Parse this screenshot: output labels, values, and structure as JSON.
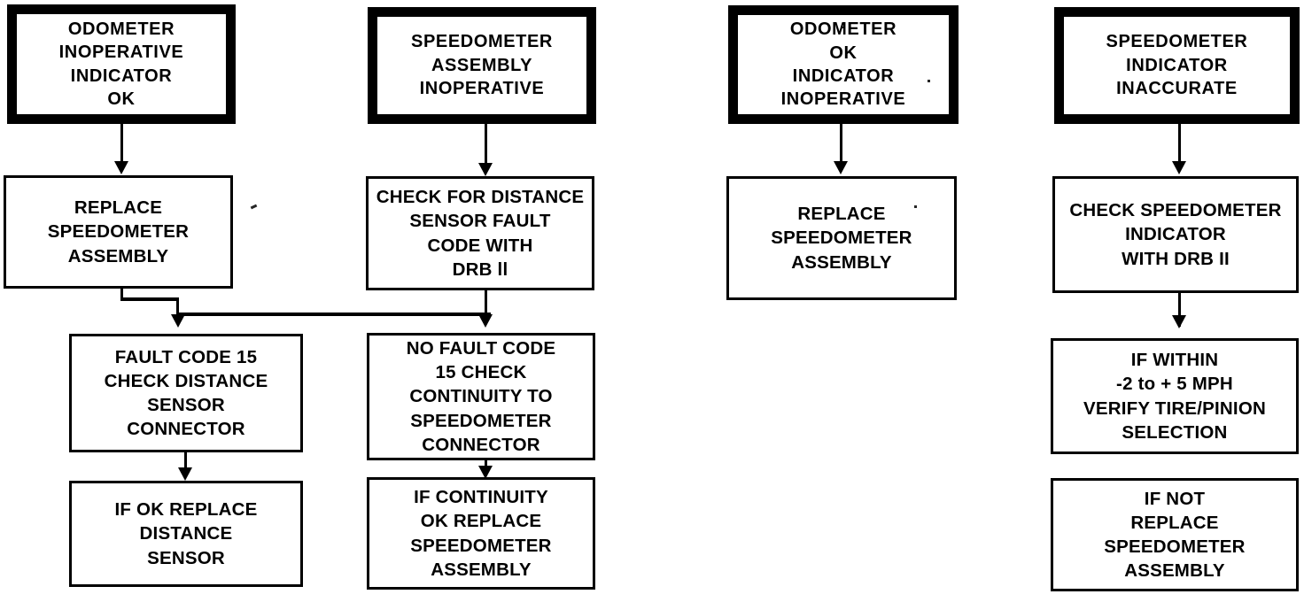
{
  "diagram": {
    "title": "Speedometer and Odometer Diagnosis Flowchart",
    "ink_color": "#000000",
    "paper_color": "#ffffff"
  },
  "columns": [
    {
      "id": "column-1",
      "header": "ODOMETER\nINOPERATIVE\nINDICATOR\nOK",
      "steps": [
        "REPLACE\nSPEEDOMETER\nASSEMBLY",
        "FAULT CODE 15\nCHECK DISTANCE\nSENSOR\nCONNECTOR",
        "IF OK REPLACE\nDISTANCE\nSENSOR"
      ]
    },
    {
      "id": "column-2",
      "header": "SPEEDOMETER\nASSEMBLY\nINOPERATIVE",
      "steps": [
        "CHECK FOR DISTANCE\nSENSOR FAULT\nCODE WITH\nDRB ll",
        "NO FAULT CODE\n15 CHECK\nCONTINUITY TO\nSPEEDOMETER\nCONNECTOR",
        "IF CONTINUITY\nOK REPLACE\nSPEEDOMETER\nASSEMBLY"
      ]
    },
    {
      "id": "column-3",
      "header": "ODOMETER\nOK\nINDICATOR\nINOPERATIVE",
      "steps": [
        "REPLACE\nSPEEDOMETER\nASSEMBLY"
      ]
    },
    {
      "id": "column-4",
      "header": "SPEEDOMETER\nINDICATOR\nINACCURATE",
      "steps": [
        "CHECK SPEEDOMETER\nINDICATOR\nWITH DRB II",
        "IF WITHIN\n-2 to  + 5 MPH\nVERIFY TIRE/PINION\nSELECTION",
        "IF NOT\nREPLACE\nSPEEDOMETER\nASSEMBLY"
      ]
    }
  ],
  "nodes": {
    "c1_header": "ODOMETER\nINOPERATIVE\nINDICATOR\nOK",
    "c1_s1": "REPLACE\nSPEEDOMETER\nASSEMBLY",
    "c1_s2": "FAULT CODE 15\nCHECK DISTANCE\nSENSOR\nCONNECTOR",
    "c1_s3": "IF OK REPLACE\nDISTANCE\nSENSOR",
    "c2_header": "SPEEDOMETER\nASSEMBLY\nINOPERATIVE",
    "c2_s1": "CHECK FOR DISTANCE\nSENSOR FAULT\nCODE WITH\nDRB ll",
    "c2_s2": "NO FAULT CODE\n15 CHECK\nCONTINUITY TO\nSPEEDOMETER\nCONNECTOR",
    "c2_s3": "IF CONTINUITY\nOK REPLACE\nSPEEDOMETER\nASSEMBLY",
    "c3_header": "ODOMETER\nOK\nINDICATOR\nINOPERATIVE",
    "c3_s1": "REPLACE\nSPEEDOMETER\nASSEMBLY",
    "c4_header": "SPEEDOMETER\nINDICATOR\nINACCURATE",
    "c4_s1": "CHECK SPEEDOMETER\nINDICATOR\nWITH DRB II",
    "c4_s2": "IF WITHIN\n-2 to  + 5 MPH\nVERIFY TIRE/PINION\nSELECTION",
    "c4_s3": "IF NOT\nREPLACE\nSPEEDOMETER\nASSEMBLY"
  }
}
